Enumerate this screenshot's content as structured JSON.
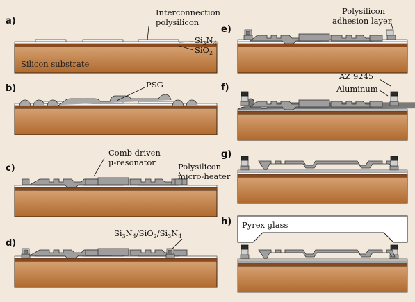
{
  "figure": {
    "background": "#f3e8dc",
    "colors": {
      "substrate_top": "#d9a779",
      "substrate_bottom": "#b06a2e",
      "oxide": "#8a4a1e",
      "nitride": "#f4f4f4",
      "poly": "#9e9e9e",
      "psg": "#a9a9a9",
      "dark": "#2b2b2b",
      "aluminum": "#6f6f6f"
    }
  },
  "steps": [
    {
      "id": "a",
      "label": "a)"
    },
    {
      "id": "b",
      "label": "b)"
    },
    {
      "id": "c",
      "label": "c)"
    },
    {
      "id": "d",
      "label": "d)"
    },
    {
      "id": "e",
      "label": "e)"
    },
    {
      "id": "f",
      "label": "f)"
    },
    {
      "id": "g",
      "label": "g)"
    },
    {
      "id": "h",
      "label": "h)"
    }
  ],
  "labels": {
    "interconnection_1": "Interconnection",
    "interconnection_2": "polysilicon",
    "si3n4_main": "Si",
    "si3n4_sub3": "3",
    "si3n4_n": "N",
    "si3n4_sub4": "4",
    "sio2_main": "SiO",
    "sio2_sub": "2",
    "silicon_substrate": "Silicon substrate",
    "psg": "PSG",
    "comb_1": "Comb driven",
    "comb_2": "μ-resonator",
    "microheater_1": "Polysilicon",
    "microheater_2": "micro-heater",
    "stack_si": "Si",
    "stack_3": "3",
    "stack_n": "N",
    "stack_4": "4",
    "stack_sio": "/SiO",
    "stack_2": "2",
    "stack_si2": "/Si",
    "stack_3b": "3",
    "stack_n2": "N",
    "stack_4b": "4",
    "adhesion_1": "Polysilicon",
    "adhesion_2": "adhesion layer",
    "az": "AZ 9245",
    "aluminum": "Aluminum",
    "pyrex": "Pyrex glass"
  }
}
